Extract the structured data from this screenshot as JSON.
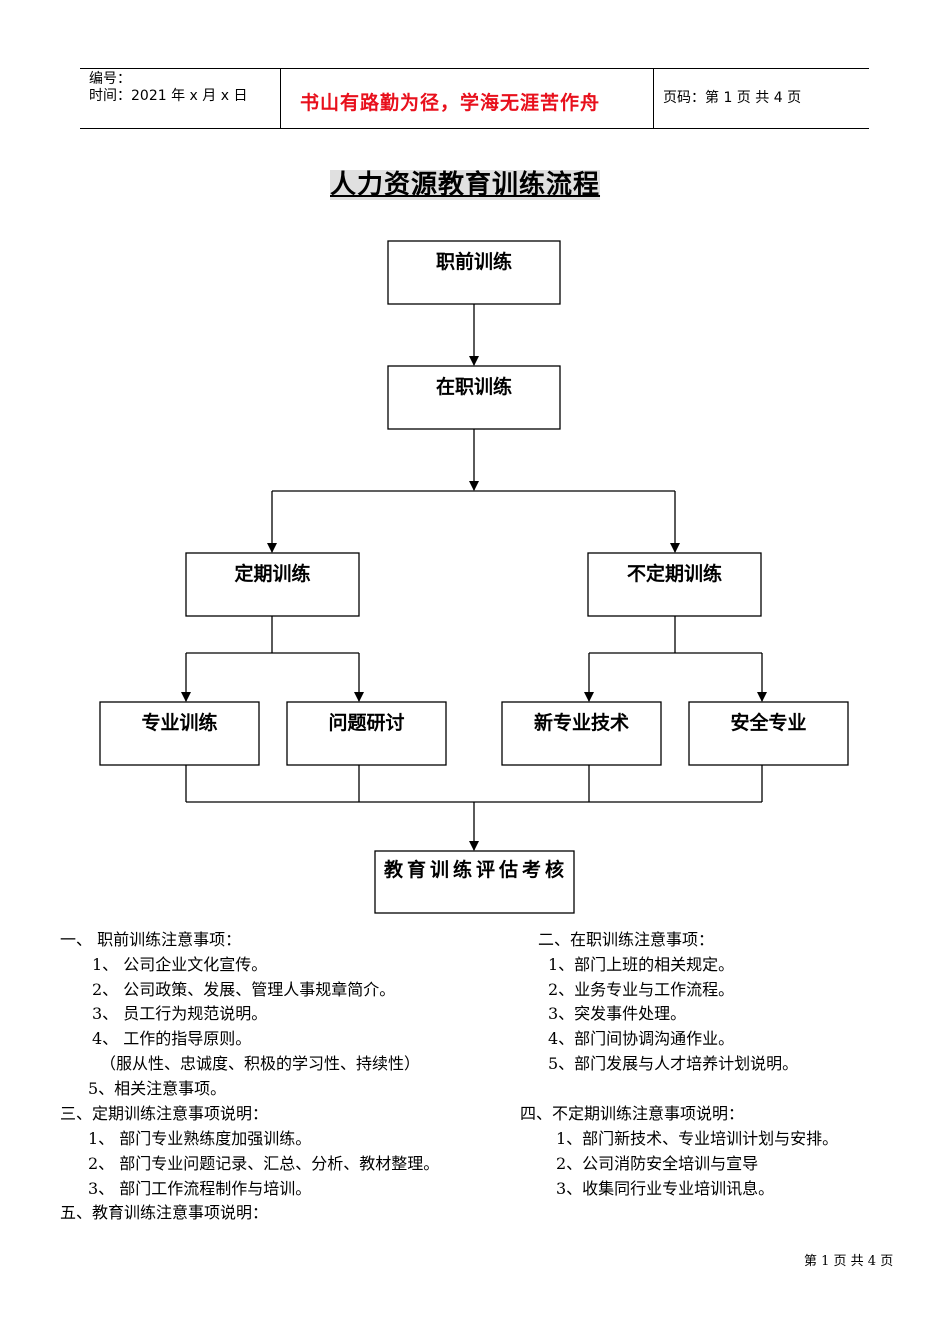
{
  "header": {
    "number_label": "编号：",
    "time_label": "时间：2021 年 x 月 x 日",
    "motto": "书山有路勤为径，学海无涯苦作舟",
    "page_info": "页码：第 1 页  共 4 页"
  },
  "title": "人力资源教育训练流程",
  "flow": {
    "pre_job": "职前训练",
    "on_job": "在职训练",
    "periodic": "定期训练",
    "non_periodic": "不定期训练",
    "professional": "专业训练",
    "problem_study": "问题研讨",
    "new_tech": "新专业技术",
    "safety": "安全专业",
    "evaluation": "教育训练评估考核"
  },
  "notes": {
    "s1_title": "一、       职前训练注意事项：",
    "s1_items": [
      "1、  公司企业文化宣传。",
      "2、  公司政策、发展、管理人事规章简介。",
      "3、  员工行为规范说明。",
      "4、  工作的指导原则。",
      "（服从性、忠诚度、积极的学习性、持续性）",
      "5、相关注意事项。"
    ],
    "s2_title": "二、在职训练注意事项：",
    "s2_items": [
      "1、部门上班的相关规定。",
      "2、业务专业与工作流程。",
      "3、突发事件处理。",
      "4、部门间协调沟通作业。",
      "5、部门发展与人才培养计划说明。"
    ],
    "s3_title": "三、定期训练注意事项说明：",
    "s3_items": [
      "1、  部门专业熟练度加强训练。",
      "2、  部门专业问题记录、汇总、分析、教材整理。",
      "3、  部门工作流程制作与培训。"
    ],
    "s4_title": "四、不定期训练注意事项说明：",
    "s4_items": [
      "1、部门新技术、专业培训计划与安排。",
      "2、公司消防安全培训与宣导",
      "3、收集同行业专业培训讯息。"
    ],
    "s5_title": "五、教育训练注意事项说明："
  },
  "footer": "第 1 页 共 4 页"
}
